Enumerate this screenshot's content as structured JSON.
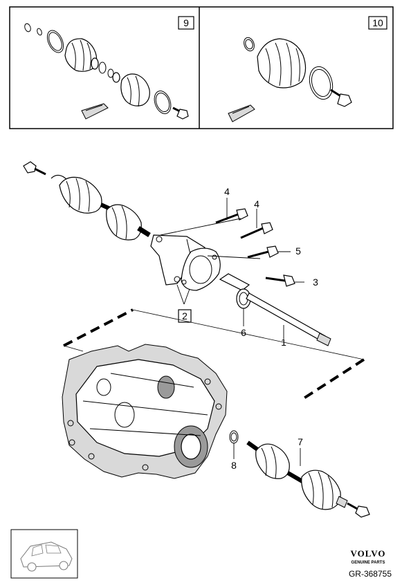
{
  "inset_boxes": [
    {
      "number": "9"
    },
    {
      "number": "10"
    }
  ],
  "callouts": {
    "c1": "1",
    "c2": "2",
    "c3": "3",
    "c4a": "4",
    "c4b": "4",
    "c5": "5",
    "c6": "6",
    "c7": "7",
    "c8": "8"
  },
  "brand": {
    "name": "VOLVO",
    "subtitle": "GENUINE PARTS"
  },
  "reference": "GR-368755"
}
